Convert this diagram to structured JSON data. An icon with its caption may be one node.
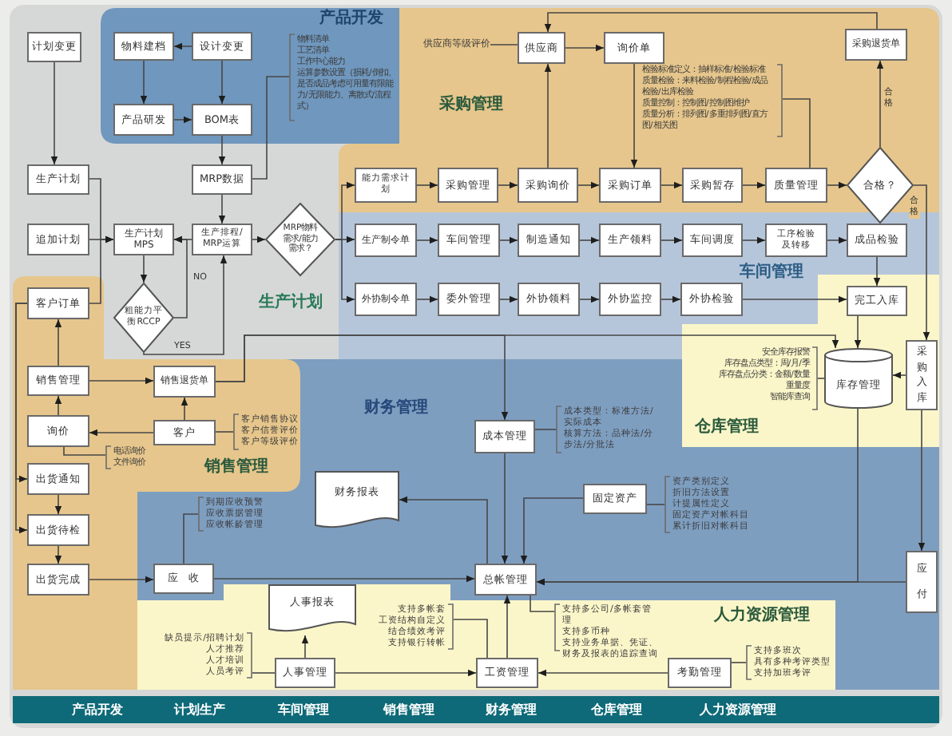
{
  "diagram": {
    "nodes": [
      {
        "text": [
          "计划变更"
        ]
      },
      {
        "text": [
          "产品开发"
        ]
      },
      {
        "text": [
          "物料建档"
        ],
        "in": 1
      },
      {
        "text": [
          "设计变更"
        ],
        "in": 1
      },
      {
        "text": [
          "产品研发"
        ],
        "in": 1
      },
      {
        "text": [
          "BOM表"
        ],
        "in": 1
      },
      {
        "text": [
          "物料清单",
          "工艺清单",
          "工作中心能力",
          "运算参数设置（损耗/倒扣、是否成品考虑可用量有限能力/无限能力、离散式/流程式）"
        ],
        "in": 1
      },
      {
        "text": [
          "采购管理"
        ]
      },
      {
        "text": [
          "供应商等级评价"
        ],
        "in": 7
      },
      {
        "text": [
          "供应商"
        ],
        "in": 7
      },
      {
        "text": [
          "询价单"
        ],
        "in": 7
      },
      {
        "text": [
          "采购退货单"
        ],
        "in": 7
      },
      {
        "text": [
          "检验标准定义：抽样标准/检验标准",
          "质量检验：来料检验/制程检验/成品检验/出库检验",
          "质量控制：控制图/控制图维护",
          "质量分析：排列图/多重排列图/直方图/相关图"
        ],
        "in": 7
      },
      {
        "text": [
          "能力需求计划"
        ],
        "in": 7
      },
      {
        "text": [
          "采购管理"
        ],
        "in": 7
      },
      {
        "text": [
          "采购询价"
        ],
        "in": 7
      },
      {
        "text": [
          "采购订单"
        ],
        "in": 7
      },
      {
        "text": [
          "采购暂存"
        ],
        "in": 7
      },
      {
        "text": [
          "质量管理"
        ],
        "in": 7
      },
      {
        "text": [
          "合格？"
        ],
        "in": 7
      },
      {
        "text": [
          "生产计划"
        ]
      },
      {
        "text": [
          "MRP数据"
        ]
      },
      {
        "text": [
          "追加计划"
        ]
      },
      {
        "text": [
          "生产计划 MPS"
        ]
      },
      {
        "text": [
          "生产排程/MRP运算"
        ]
      },
      {
        "text": [
          "MRP物料需求/能力需求？"
        ]
      },
      {
        "text": [
          "粗能力平衡RCCP"
        ]
      },
      {
        "text": [
          "车间管理"
        ]
      },
      {
        "text": [
          "生产制令单"
        ],
        "in": 27
      },
      {
        "text": [
          "车间管理"
        ],
        "in": 27
      },
      {
        "text": [
          "制造通知"
        ],
        "in": 27
      },
      {
        "text": [
          "生产领料"
        ],
        "in": 27
      },
      {
        "text": [
          "车间调度"
        ],
        "in": 27
      },
      {
        "text": [
          "工序检验及转移"
        ],
        "in": 27
      },
      {
        "text": [
          "成品检验"
        ],
        "in": 27
      },
      {
        "text": [
          "外协制令单"
        ],
        "in": 27
      },
      {
        "text": [
          "委外管理"
        ],
        "in": 27
      },
      {
        "text": [
          "外协领料"
        ],
        "in": 27
      },
      {
        "text": [
          "外协监控"
        ],
        "in": 27
      },
      {
        "text": [
          "外协检验"
        ],
        "in": 27
      },
      {
        "text": [
          "仓库管理"
        ]
      },
      {
        "text": [
          "完工入库"
        ],
        "in": 40
      },
      {
        "text": [
          "安全库存报警",
          "库存盘点类型：周/月/季",
          "库存盘点分类：金额/数量",
          "重量度",
          "智能库查询"
        ],
        "in": 40
      },
      {
        "text": [
          "库存管理"
        ],
        "in": 40
      },
      {
        "text": [
          "采购入库"
        ],
        "in": 40
      },
      {
        "text": [
          "销售管理"
        ]
      },
      {
        "text": [
          "客户订单"
        ],
        "in": 45
      },
      {
        "text": [
          "销售管理"
        ],
        "in": 45
      },
      {
        "text": [
          "销售退货单"
        ],
        "in": 45
      },
      {
        "text": [
          "询价"
        ],
        "in": 45
      },
      {
        "text": [
          "客户"
        ],
        "in": 45
      },
      {
        "text": [
          "客户销售协议",
          "客户信誉评价",
          "客户等级评价"
        ],
        "in": 45
      },
      {
        "text": [
          "电话询价",
          "文件询价"
        ],
        "in": 45
      },
      {
        "text": [
          "出货通知"
        ],
        "in": 45
      },
      {
        "text": [
          "出货待检"
        ],
        "in": 45
      },
      {
        "text": [
          "出货完成"
        ],
        "in": 45
      },
      {
        "text": [
          "财务管理"
        ]
      },
      {
        "text": [
          "成本管理"
        ],
        "in": 56
      },
      {
        "text": [
          "成本类型：标准方法/实际成本",
          "核算方法：品种法/分步法/分批法"
        ],
        "in": 56
      },
      {
        "text": [
          "财务报表"
        ],
        "in": 56
      },
      {
        "text": [
          "固定资产"
        ],
        "in": 56
      },
      {
        "text": [
          "资产类别定义",
          "折旧方法设置",
          "计提属性定义",
          "固定资产对帐科目",
          "累计折旧对帐科目"
        ],
        "in": 56
      },
      {
        "text": [
          "到期应收预警",
          "应收票据管理",
          "应收帐龄管理"
        ],
        "in": 56
      },
      {
        "text": [
          "应收"
        ],
        "in": 56
      },
      {
        "text": [
          "总帐管理"
        ],
        "in": 56
      },
      {
        "text": [
          "应付"
        ],
        "in": 56
      },
      {
        "text": [
          "人力资源管理"
        ]
      },
      {
        "text": [
          "支持多公司/多帐套管理",
          "支持多币种",
          "支持业务单据、凭证、财务及报表的追踪查询"
        ],
        "in": 66
      },
      {
        "text": [
          "人事报表"
        ],
        "in": 66
      },
      {
        "text": [
          "支持多帐套",
          "工资结构自定义",
          "结合绩效考评",
          "支持银行转帐"
        ],
        "in": 66
      },
      {
        "text": [
          "缺员提示/招聘计划",
          "人才推荐",
          "人才培训",
          "人员考评"
        ],
        "in": 66
      },
      {
        "text": [
          "人事管理"
        ],
        "in": 66
      },
      {
        "text": [
          "工资管理"
        ],
        "in": 66
      },
      {
        "text": [
          "考勤管理"
        ],
        "in": 66
      },
      {
        "text": [
          "支持多班次",
          "具有多种考评类型",
          "支持加班考评"
        ],
        "in": 66
      },
      {
        "text": [
          "产品开发",
          "计划生产",
          "车间管理",
          "销售管理",
          "财务管理",
          "仓库管理",
          "人力资源管理"
        ]
      }
    ],
    "edges": [
      {
        "from": 0,
        "to": 20,
        "arrow": "to"
      },
      {
        "from": 3,
        "to": 2,
        "arrow": "to"
      },
      {
        "from": 2,
        "to": 4,
        "arrow": "to"
      },
      {
        "from": 3,
        "to": 5,
        "arrow": "to"
      },
      {
        "from": 4,
        "to": 5,
        "arrow": "to"
      },
      {
        "from": 5,
        "to": 21,
        "arrow": "to"
      },
      {
        "from": 21,
        "to": 6,
        "arrow": "none"
      },
      {
        "from": 21,
        "to": 24,
        "arrow": "to"
      },
      {
        "from": 20,
        "to": 23,
        "arrow": "to"
      },
      {
        "from": 22,
        "to": 23,
        "arrow": "to"
      },
      {
        "from": 46,
        "to": 23,
        "arrow": "to"
      },
      {
        "from": 24,
        "to": 23,
        "arrow": "to"
      },
      {
        "from": 23,
        "to": 26,
        "arrow": "to"
      },
      {
        "from": 26,
        "to": 23,
        "arrow": "to",
        "label": "NO"
      },
      {
        "from": 26,
        "to": 24,
        "arrow": "to",
        "label": "YES"
      },
      {
        "from": 24,
        "to": 25,
        "arrow": "to"
      },
      {
        "from": 25,
        "to": 13,
        "arrow": "to"
      },
      {
        "from": 25,
        "to": 28,
        "arrow": "to"
      },
      {
        "from": 25,
        "to": 35,
        "arrow": "to"
      },
      {
        "from": 8,
        "to": 9,
        "arrow": "none"
      },
      {
        "from": 9,
        "to": 10,
        "arrow": "to"
      },
      {
        "from": 11,
        "to": 9,
        "arrow": "to"
      },
      {
        "from": 15,
        "to": 9,
        "arrow": "to"
      },
      {
        "from": 10,
        "to": 16,
        "arrow": "to"
      },
      {
        "from": 12,
        "to": 18,
        "arrow": "none"
      },
      {
        "from": 13,
        "to": 14,
        "arrow": "to"
      },
      {
        "from": 14,
        "to": 15,
        "arrow": "to"
      },
      {
        "from": 15,
        "to": 16,
        "arrow": "to"
      },
      {
        "from": 16,
        "to": 17,
        "arrow": "to"
      },
      {
        "from": 17,
        "to": 18,
        "arrow": "to"
      },
      {
        "from": 18,
        "to": 19,
        "arrow": "to"
      },
      {
        "from": 19,
        "to": 11,
        "arrow": "to",
        "label": "合格"
      },
      {
        "from": 19,
        "to": 44,
        "arrow": "to",
        "label": "合格"
      },
      {
        "from": 28,
        "to": 29,
        "arrow": "to"
      },
      {
        "from": 29,
        "to": 30,
        "arrow": "to"
      },
      {
        "from": 30,
        "to": 31,
        "arrow": "to"
      },
      {
        "from": 31,
        "to": 32,
        "arrow": "to"
      },
      {
        "from": 32,
        "to": 33,
        "arrow": "to"
      },
      {
        "from": 33,
        "to": 34,
        "arrow": "to"
      },
      {
        "from": 34,
        "to": 41,
        "arrow": "to"
      },
      {
        "from": 35,
        "to": 36,
        "arrow": "to"
      },
      {
        "from": 36,
        "to": 37,
        "arrow": "to"
      },
      {
        "from": 37,
        "to": 38,
        "arrow": "to"
      },
      {
        "from": 38,
        "to": 39,
        "arrow": "to"
      },
      {
        "from": 39,
        "to": 41,
        "arrow": "to"
      },
      {
        "from": 41,
        "to": 43,
        "arrow": "to"
      },
      {
        "from": 42,
        "to": 43,
        "arrow": "none"
      },
      {
        "from": 44,
        "to": 43,
        "arrow": "to"
      },
      {
        "from": 44,
        "to": 65,
        "arrow": "to"
      },
      {
        "from": 48,
        "to": 57,
        "arrow": "to"
      },
      {
        "from": 48,
        "to": 43,
        "arrow": "to"
      },
      {
        "from": 47,
        "to": 46,
        "arrow": "to"
      },
      {
        "from": 47,
        "to": 48,
        "arrow": "to"
      },
      {
        "from": 50,
        "to": 48,
        "arrow": "to"
      },
      {
        "from": 50,
        "to": 49,
        "arrow": "to"
      },
      {
        "from": 49,
        "to": 47,
        "arrow": "to"
      },
      {
        "from": 51,
        "to": 50,
        "arrow": "none"
      },
      {
        "from": 52,
        "to": 49,
        "arrow": "none"
      },
      {
        "from": 46,
        "to": 53,
        "arrow": "to"
      },
      {
        "from": 46,
        "to": 54,
        "arrow": "to"
      },
      {
        "from": 53,
        "to": 54,
        "arrow": "to"
      },
      {
        "from": 54,
        "to": 55,
        "arrow": "to"
      },
      {
        "from": 55,
        "to": 63,
        "arrow": "to"
      },
      {
        "from": 62,
        "to": 63,
        "arrow": "none"
      },
      {
        "from": 63,
        "to": 64,
        "arrow": "to"
      },
      {
        "from": 57,
        "to": 64,
        "arrow": "to"
      },
      {
        "from": 58,
        "to": 57,
        "arrow": "none"
      },
      {
        "from": 60,
        "to": 64,
        "arrow": "to"
      },
      {
        "from": 61,
        "to": 60,
        "arrow": "none"
      },
      {
        "from": 64,
        "to": 59,
        "arrow": "to"
      },
      {
        "from": 65,
        "to": 64,
        "arrow": "to"
      },
      {
        "from": 43,
        "to": 64,
        "arrow": "to"
      },
      {
        "from": 67,
        "to": 64,
        "arrow": "none"
      },
      {
        "from": 72,
        "to": 64,
        "arrow": "to"
      },
      {
        "from": 71,
        "to": 72,
        "arrow": "to"
      },
      {
        "from": 73,
        "to": 72,
        "arrow": "to"
      },
      {
        "from": 71,
        "to": 68,
        "arrow": "to"
      },
      {
        "from": 70,
        "to": 71,
        "arrow": "none"
      },
      {
        "from": 69,
        "to": 72,
        "arrow": "none"
      },
      {
        "from": 74,
        "to": 73,
        "arrow": "none"
      }
    ],
    "labels": [
      "生产计划"
    ]
  }
}
